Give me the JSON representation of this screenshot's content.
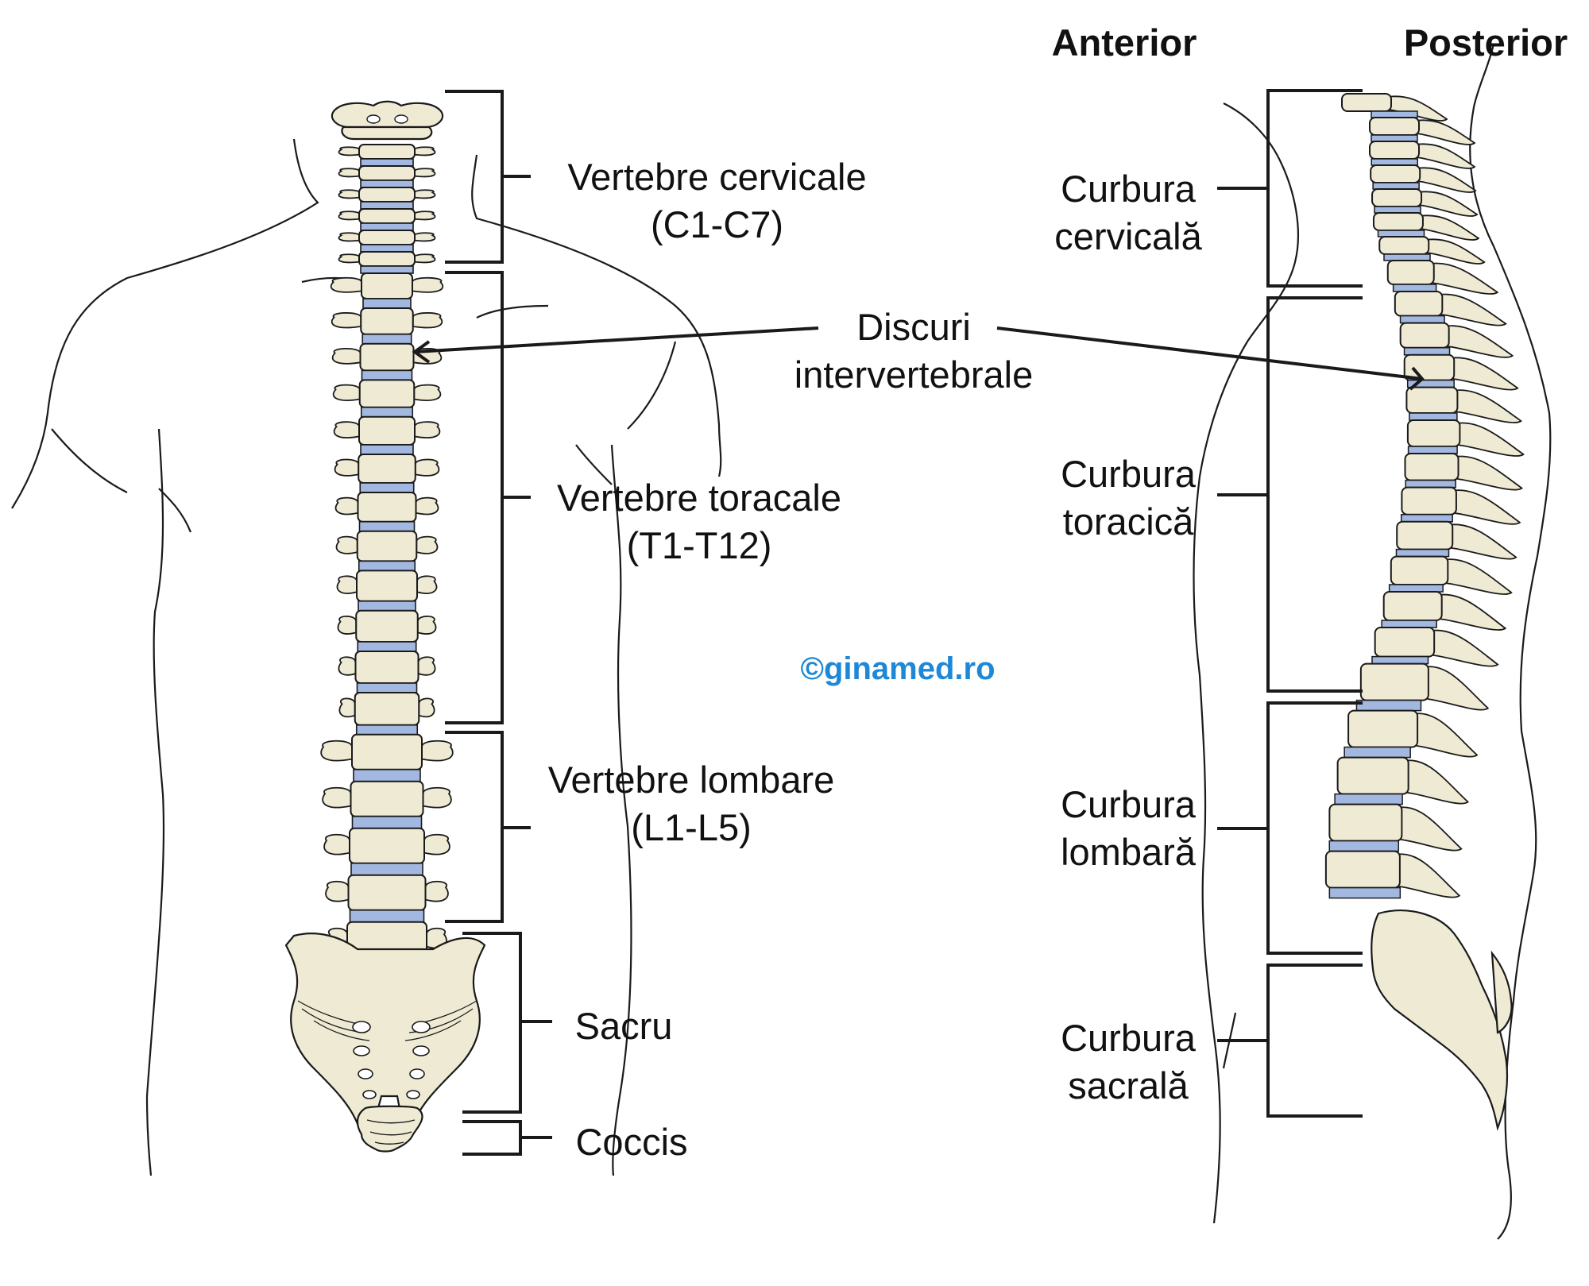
{
  "headers": {
    "anterior": "Anterior",
    "posterior": "Posterior"
  },
  "labels": {
    "cervical": [
      "Vertebre cervicale",
      "(C1-C7)"
    ],
    "thoracic": [
      "Vertebre toracale",
      "(T1-T12)"
    ],
    "lumbar": [
      "Vertebre lombare",
      "(L1-L5)"
    ],
    "sacrum": "Sacru",
    "coccyx": "Coccis",
    "discs": [
      "Discuri",
      "intervertebrale"
    ],
    "curve_cervical": [
      "Curbura",
      "cervicală"
    ],
    "curve_thoracic": [
      "Curbura",
      "toracică"
    ],
    "curve_lumbar": [
      "Curbura",
      "lombară"
    ],
    "curve_sacral": [
      "Curbura",
      "sacrală"
    ]
  },
  "watermark": "©ginamed.ro",
  "colors": {
    "bone": "#efead3",
    "disc": "#a3b8e0",
    "outline": "#1a1a1a",
    "watermark": "#1e88d8"
  }
}
